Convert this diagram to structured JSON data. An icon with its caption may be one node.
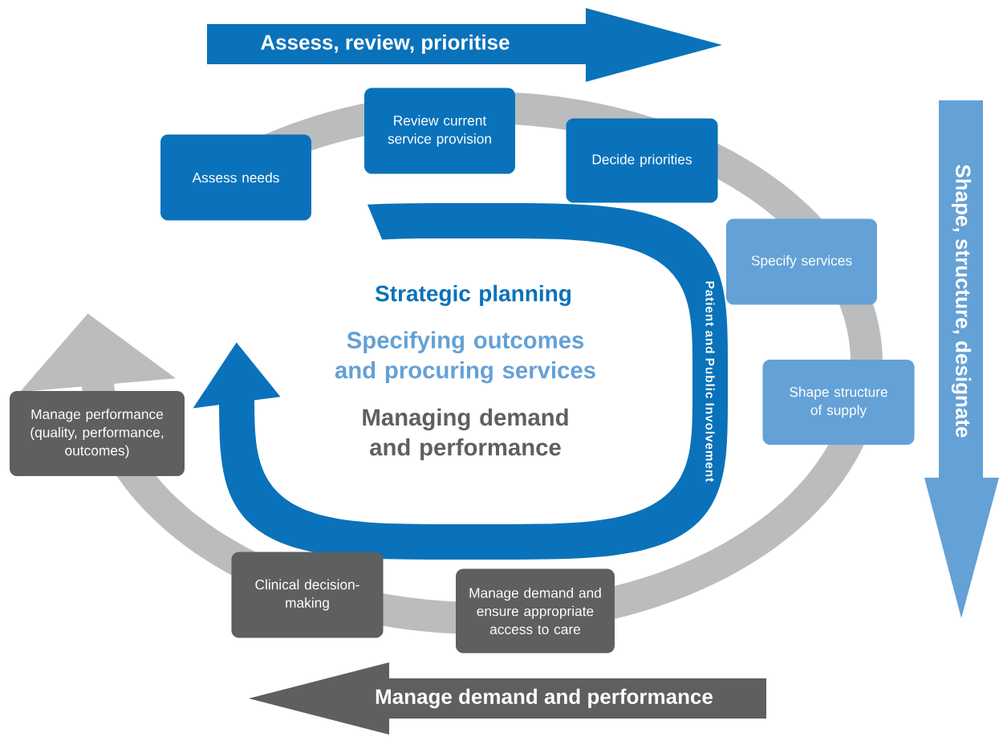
{
  "diagram": {
    "nodes": [
      {
        "text": [
          "Assess, review, prioritise"
        ]
      },
      {
        "text": [
          "Assess needs"
        ]
      },
      {
        "text": [
          "Review current service provision"
        ]
      },
      {
        "text": [
          "Decide priorities"
        ]
      },
      {
        "text": [
          "Shape, structure, designate"
        ]
      },
      {
        "text": [
          "Patient and Public Involvement"
        ]
      },
      {
        "text": [
          "Specify services"
        ]
      },
      {
        "text": [
          "Shape structure of supply"
        ]
      },
      {
        "text": [
          "Manage performance (quality, performance, outcomes)"
        ]
      },
      {
        "text": [
          "Clinical decision-making"
        ]
      },
      {
        "text": [
          "Manage demand and ensure appropriate access to care"
        ]
      },
      {
        "text": [
          "Manage demand and performance"
        ]
      }
    ],
    "labels": [
      "Strategic planning",
      "Specifying outcomes and procuring services",
      "Managing demand and performance"
    ]
  }
}
